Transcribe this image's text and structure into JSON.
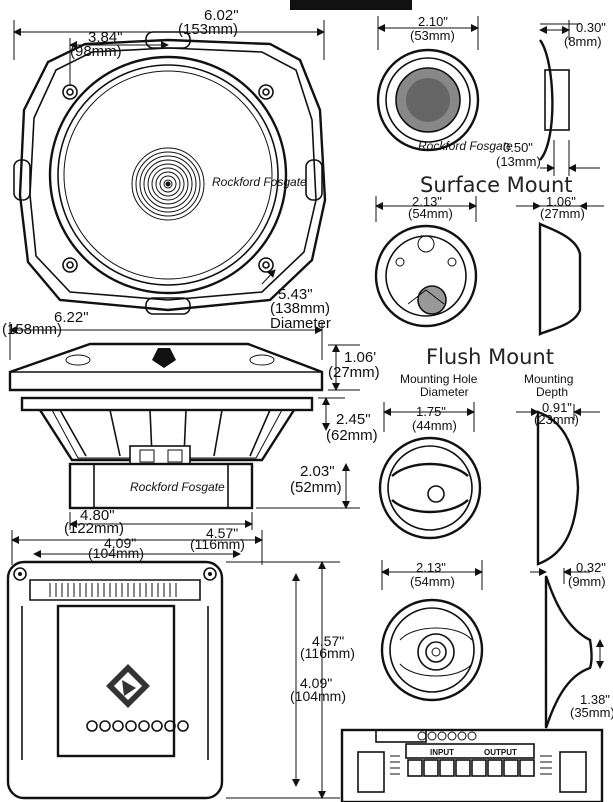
{
  "colors": {
    "line": "#111111",
    "background": "#ffffff",
    "shade": "#d8d8d8"
  },
  "brand_marks": {
    "woofer": "Rockford Fosgate",
    "crossover": "Rockford Fosgate",
    "tweeter": "Rockford Fosgate"
  },
  "sections": {
    "surface_mount": "Surface Mount",
    "flush_mount": "Flush Mount"
  },
  "flush_headers": {
    "hole_line1": "Mounting Hole",
    "hole_line2": "Diameter",
    "depth_line1": "Mounting",
    "depth_line2": "Depth"
  },
  "woofer": {
    "overall_in": "6.02\"",
    "overall_mm": "(153mm)",
    "inner_in": "3.84\"",
    "inner_mm": "(98mm)",
    "diameter_in": "5.43\"",
    "diameter_mm": "(138mm)",
    "diameter_word": "Diameter",
    "side_width_in": "6.22\"",
    "side_width_mm": "(158mm)",
    "flange_in": "1.06'",
    "flange_mm": "(27mm)",
    "depth_in": "2.45\"",
    "depth_mm": "(62mm)",
    "magnet_in": "2.03\"",
    "magnet_mm": "(52mm)",
    "magnet_width_in": "4.80\"",
    "magnet_width_mm": "(122mm)"
  },
  "tweeter_top": {
    "width_in": "2.10\"",
    "width_mm": "(53mm)",
    "depth_in": "0.30\"",
    "depth_mm": "(8mm)",
    "offset_in": "0.50\"",
    "offset_mm": "(13mm)"
  },
  "surface": {
    "width_in": "2.13\"",
    "width_mm": "(54mm)",
    "height_in": "1.06\"",
    "height_mm": "(27mm)"
  },
  "flush": {
    "hole_in": "1.75\"",
    "hole_mm": "(44mm)",
    "depth_in": "0.91\"",
    "depth_mm": "(23mm)"
  },
  "flush2": {
    "width_in": "2.13\"",
    "width_mm": "(54mm)",
    "depth_in": "0.32\"",
    "depth_mm": "(9mm)",
    "height_in": "1.38\"",
    "height_mm": "(35mm)"
  },
  "crossover": {
    "inner_in": "4.09\"",
    "inner_mm": "(104mm)",
    "outer_in": "4.57\"",
    "outer_mm": "(116mm)",
    "height_outer_in": "4.57\"",
    "height_outer_mm": "(116mm)",
    "height_inner_in": "4.09\"",
    "height_inner_mm": "(104mm)"
  },
  "terminal": {
    "input": "INPUT",
    "output": "OUTPUT"
  }
}
